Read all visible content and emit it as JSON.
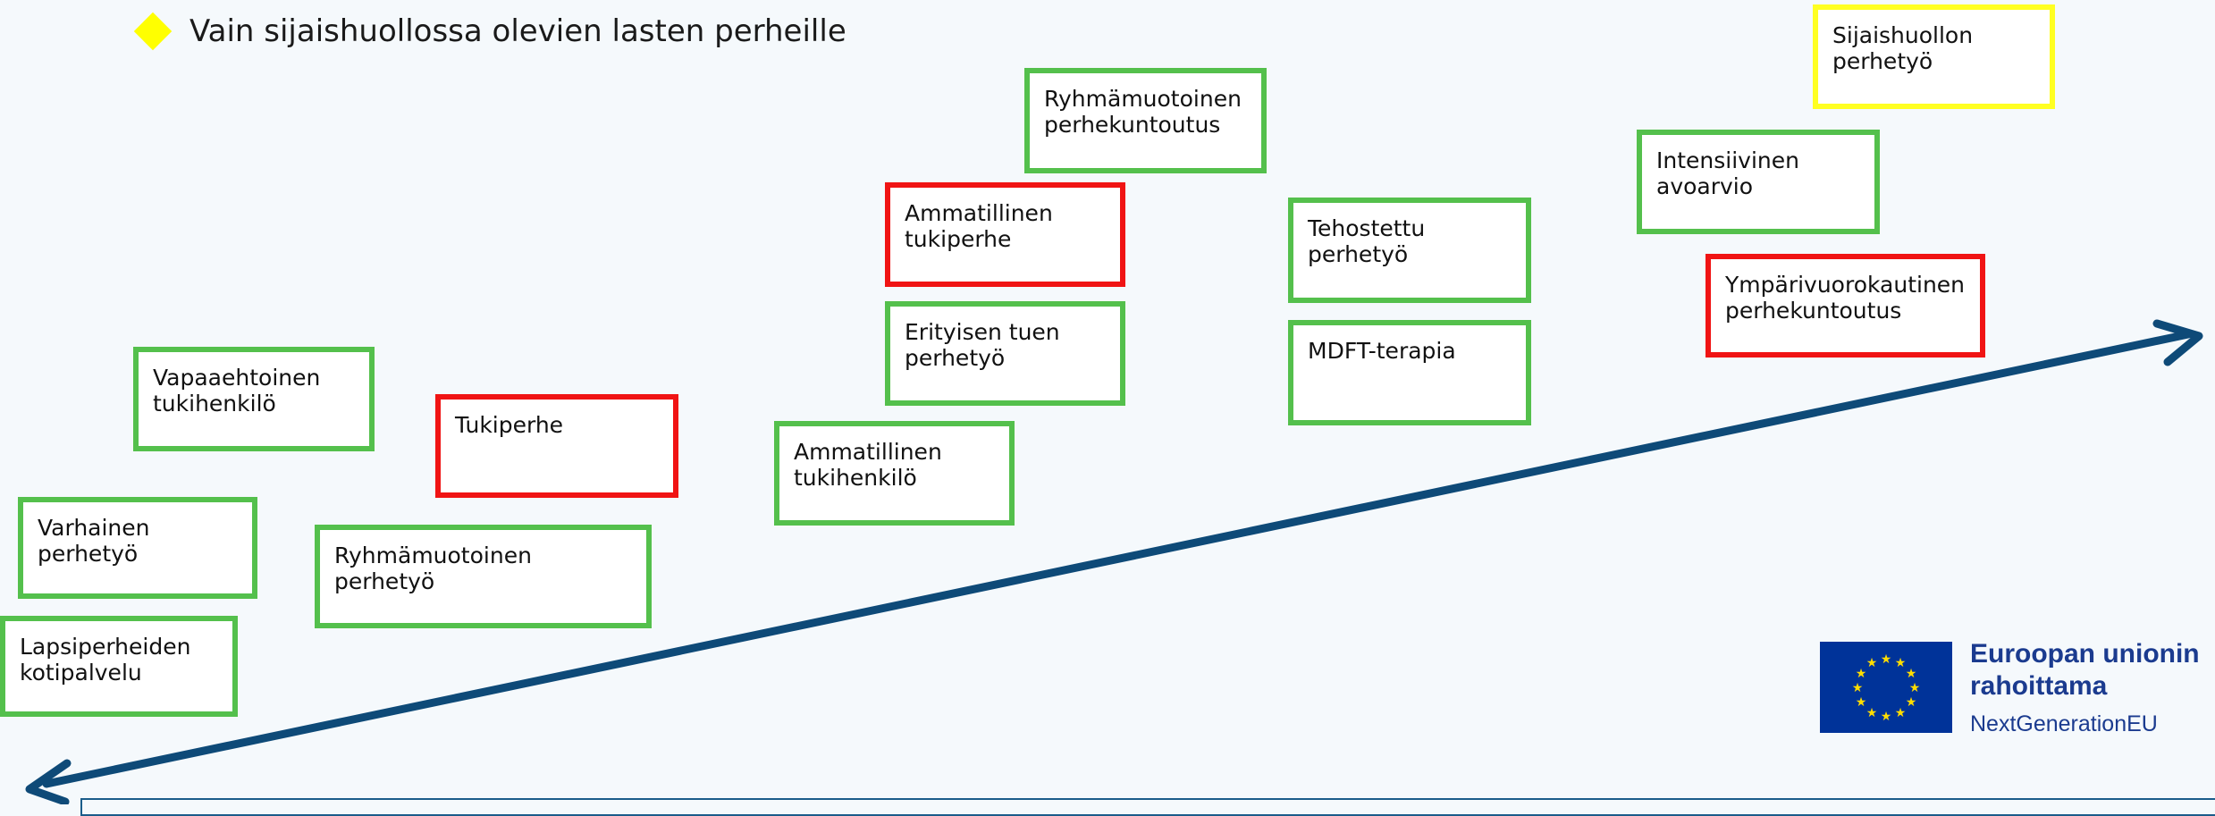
{
  "legend": {
    "text": "Vain sijaishuollossa olevien lasten perheille",
    "marker_color": "#ffff00"
  },
  "border_colors": {
    "green": "#54c04c",
    "red": "#f01414",
    "yellow": "#ffff22"
  },
  "arrow_color": "#0e4a78",
  "services": [
    {
      "label": "Lapsiperheiden\nkotipalvelu",
      "border": "green"
    },
    {
      "label": "Varhainen\nperhetyö",
      "border": "green"
    },
    {
      "label": "Vapaaehtoinen\ntukihenkilö",
      "border": "green"
    },
    {
      "label": "Tukiperhe",
      "border": "red"
    },
    {
      "label": "Ryhmämuotoinen perhetyö",
      "border": "green"
    },
    {
      "label": "Ammatillinen\ntukihenkilö",
      "border": "green"
    },
    {
      "label": "Erityisen tuen\nperhetyö",
      "border": "green"
    },
    {
      "label": "Ammatillinen\ntukiperhe",
      "border": "red"
    },
    {
      "label": "Ryhmämuotoinen\nperhekuntoutus",
      "border": "green"
    },
    {
      "label": "Tehostettu\nperhetyö",
      "border": "green"
    },
    {
      "label": "MDFT-terapia",
      "border": "green"
    },
    {
      "label": "Intensiivinen\navoarvio",
      "border": "green"
    },
    {
      "label": "Ympärivuorokautinen\nperhekuntoutus",
      "border": "red"
    },
    {
      "label": "Sijaishuollon\nperhetyö",
      "border": "yellow"
    }
  ],
  "eu": {
    "line1": "Euroopan unionin",
    "line2": "rahoittama",
    "line3": "NextGenerationEU"
  }
}
